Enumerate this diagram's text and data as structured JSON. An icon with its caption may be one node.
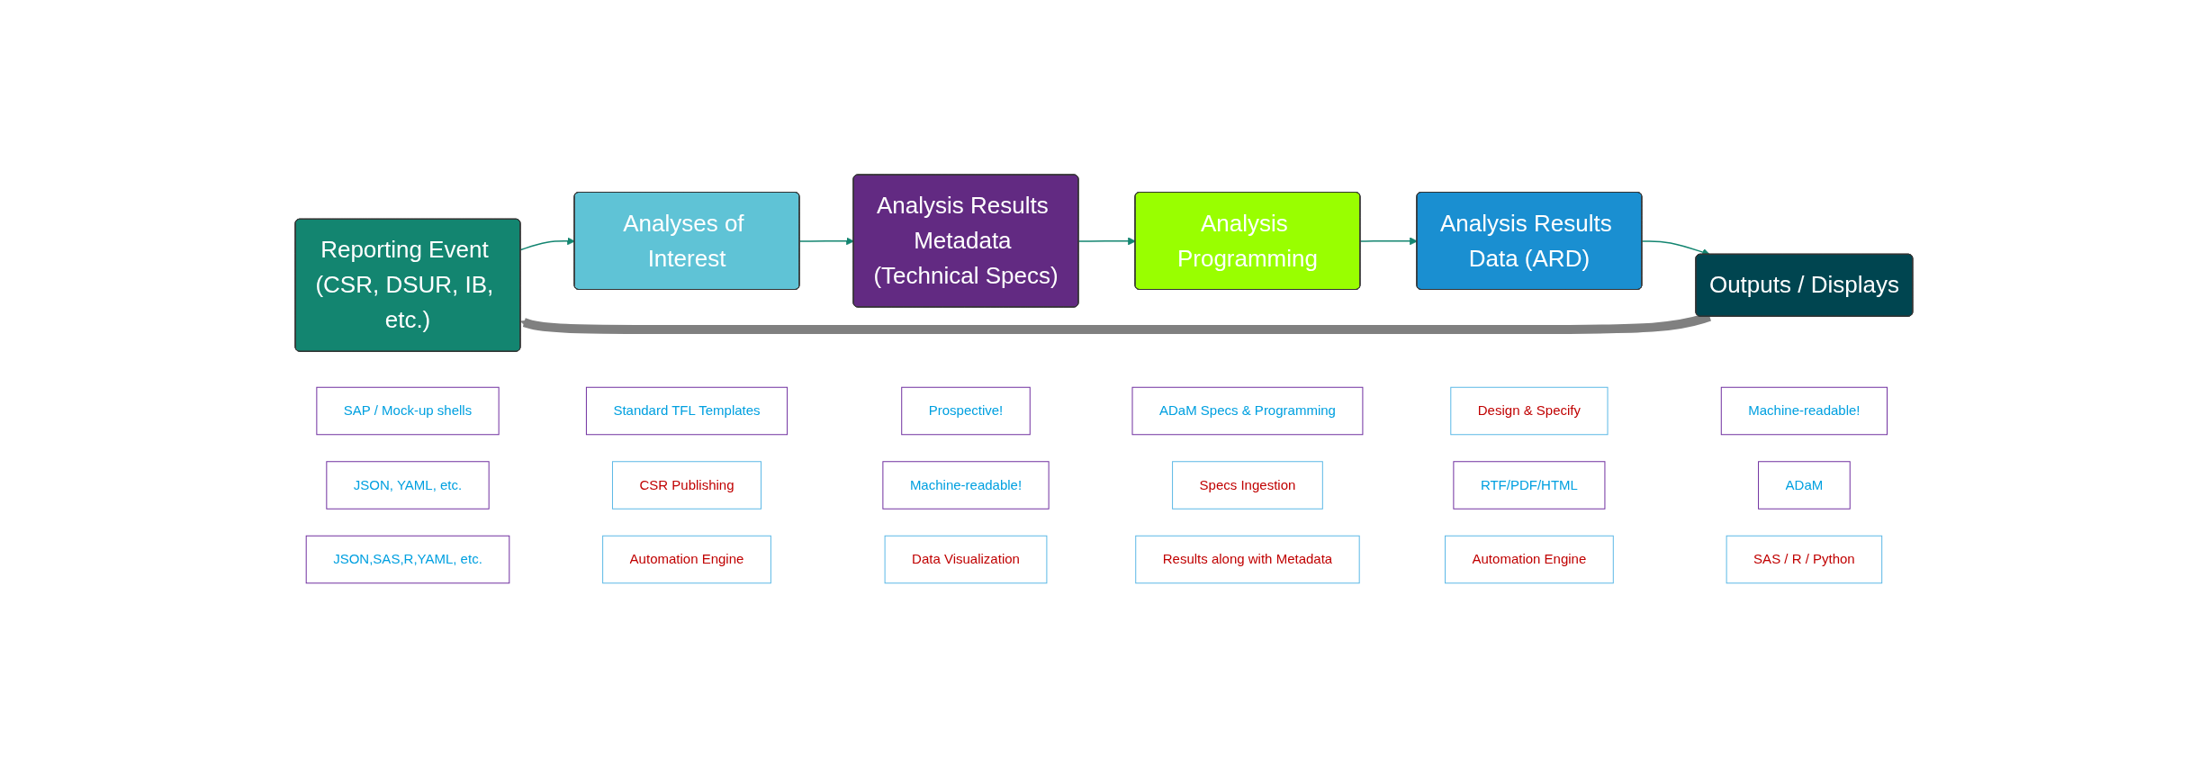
{
  "diagram": {
    "nodes": [
      {
        "text": [
          "Reporting Event (CSR, DSUR, IB, etc.)"
        ]
      },
      {
        "text": [
          "Analyses of Interest"
        ]
      },
      {
        "text": [
          "Analysis Results Metadata (Technical Specs)"
        ]
      },
      {
        "text": [
          "Analysis Programming"
        ]
      },
      {
        "text": [
          "Analysis Results Data (ARD)"
        ]
      },
      {
        "text": [
          "Outputs / Displays"
        ]
      },
      {
        "text": [
          "SAP / Mock-up shells"
        ]
      },
      {
        "text": [
          "Standard TFL Templates"
        ]
      },
      {
        "text": [
          "Prospective!"
        ]
      },
      {
        "text": [
          "ADaM Specs & Programming"
        ]
      },
      {
        "text": [
          "Design & Specify"
        ]
      },
      {
        "text": [
          "Machine-readable!"
        ]
      },
      {
        "text": [
          "JSON, YAML, etc."
        ]
      },
      {
        "text": [
          "CSR Publishing"
        ]
      },
      {
        "text": [
          "Machine-readable!"
        ]
      },
      {
        "text": [
          "Specs Ingestion"
        ]
      },
      {
        "text": [
          "RTF/PDF/HTML"
        ]
      },
      {
        "text": [
          "ADaM"
        ]
      },
      {
        "text": [
          "JSON,SAS,R,YAML, etc."
        ]
      },
      {
        "text": [
          "Automation Engine"
        ]
      },
      {
        "text": [
          "Data Visualization"
        ]
      },
      {
        "text": [
          "Results along with Metadata"
        ]
      },
      {
        "text": [
          "Automation Engine"
        ]
      },
      {
        "text": [
          "SAS / R / Python"
        ]
      }
    ],
    "edges": [
      {
        "from": 0,
        "to": 1,
        "arrow": "to"
      },
      {
        "from": 1,
        "to": 2,
        "arrow": "to"
      },
      {
        "from": 2,
        "to": 3,
        "arrow": "to"
      },
      {
        "from": 3,
        "to": 4,
        "arrow": "to"
      },
      {
        "from": 4,
        "to": 5,
        "arrow": "to"
      },
      {
        "from": 5,
        "to": 0,
        "arrow": "to",
        "style": "thick",
        "color": "#808080"
      }
    ]
  }
}
